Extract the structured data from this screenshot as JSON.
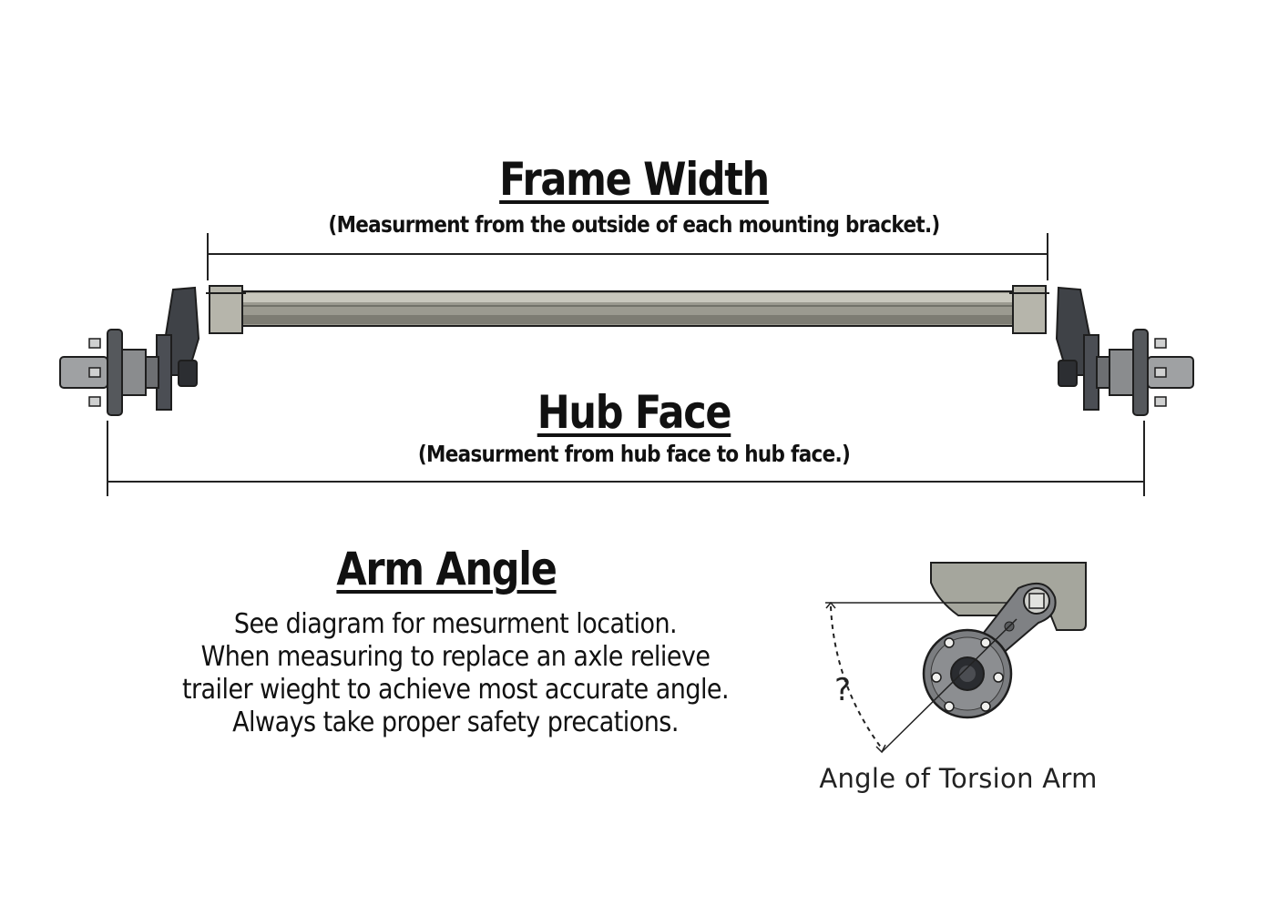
{
  "frame_width": {
    "title": "Frame Width",
    "subtitle": "(Measurment from the outside of each mounting bracket.)"
  },
  "hub_face": {
    "title": "Hub Face",
    "subtitle": "(Measurment from hub face to hub face.)"
  },
  "arm_angle": {
    "title": "Arm Angle",
    "lines": [
      "See diagram for mesurment location.",
      "When measuring to replace an axle relieve",
      "trailer wieght to achieve most accurate angle.",
      "Always take proper safety precations."
    ]
  },
  "torsion_diagram": {
    "angle_symbol": "?",
    "label": "Angle of Torsion Arm"
  },
  "colors": {
    "text": "#111111",
    "axle_tube": "#8f8f86",
    "metal_dark": "#3a3d42",
    "outline": "#1e1e1e"
  }
}
